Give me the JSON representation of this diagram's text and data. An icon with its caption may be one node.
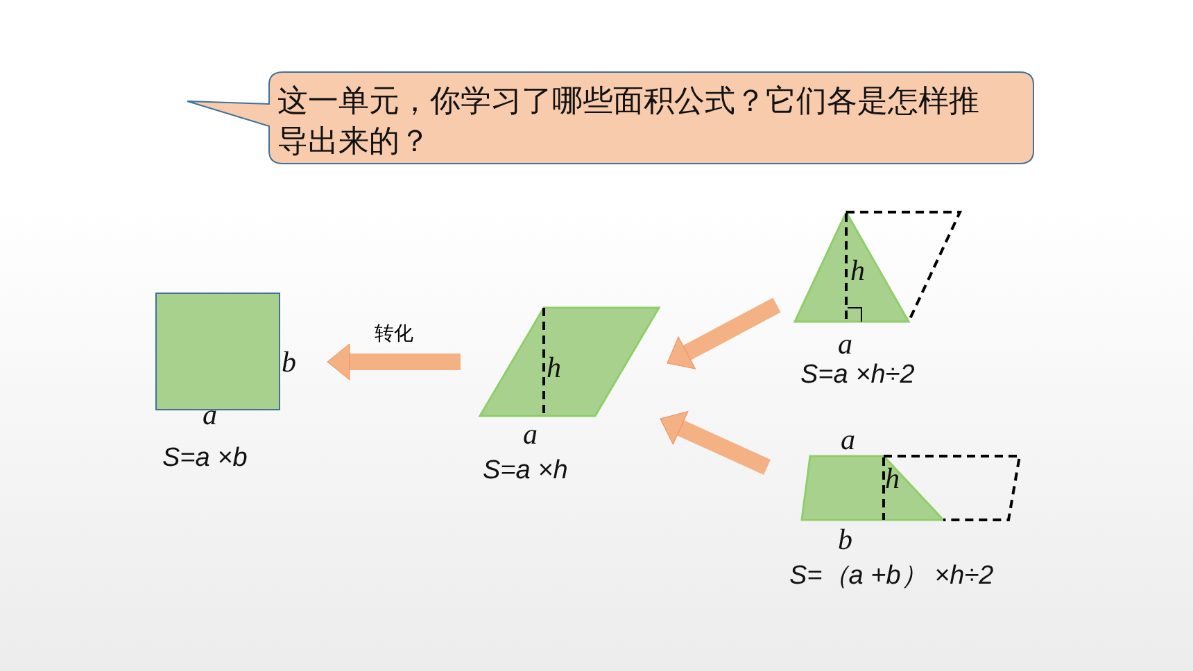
{
  "diagram": {
    "nodes": [
      {
        "text": [
          "这一单元，你学习了哪些面积公式？它们各是怎样推导出来的？"
        ]
      },
      {
        "text": [],
        "shape": "box",
        "beside": [
          "b",
          "a",
          "S=a ×b"
        ]
      },
      {
        "text": [
          "h"
        ],
        "beside": [
          "a",
          "S=a ×h"
        ]
      },
      {
        "text": [
          "h"
        ],
        "beside": [
          "a",
          "S=a ×h÷2"
        ]
      },
      {
        "text": [
          "h"
        ],
        "beside": [
          "a",
          "b",
          "S=（a +b） ×h÷2"
        ]
      }
    ],
    "edges": [
      {
        "from": 2,
        "to": 1,
        "arrow": "to",
        "label": "转化"
      },
      {
        "from": 3,
        "to": 2,
        "arrow": "to"
      },
      {
        "from": 4,
        "to": 2,
        "arrow": "to"
      }
    ]
  }
}
